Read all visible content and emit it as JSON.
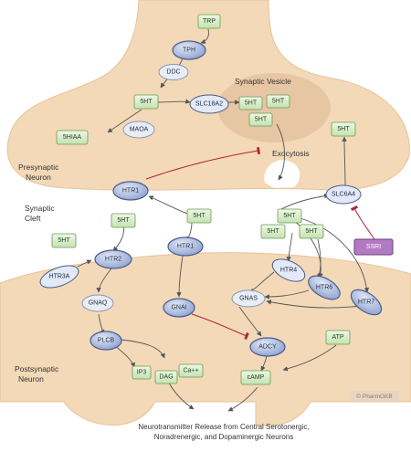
{
  "regions": {
    "synaptic_vesicle": "Synaptic Vesicle",
    "exocytosis": "Exocytosis",
    "presynaptic": [
      "Presynaptic",
      "Neuron"
    ],
    "cleft": [
      "Synaptic",
      "Cleft"
    ],
    "postsynaptic": [
      "Postsynaptic",
      "Neuron"
    ]
  },
  "nodes": {
    "trp": "TRP",
    "tph": "TPH",
    "ddc": "DDC",
    "ht5_pre": "5HT",
    "maoa": "MAOA",
    "hiaa": "5HIAA",
    "slc18a2": "SLC18A2",
    "ves_5ht_1": "5HT",
    "ves_5ht_2": "5HT",
    "ves_5ht_3": "5HT",
    "ht5_reuptake": "5HT",
    "htr1_pre": "HTR1",
    "slc6a4": "SLC6A4",
    "cleft_5ht_a": "5HT",
    "cleft_5ht_b": "5HT",
    "cleft_5ht_c": "5HT",
    "cleft_5ht_d": "5HT",
    "cleft_5ht_e": "5HT",
    "cleft_5ht_f": "5HT",
    "ssri": "SSRI",
    "htr3a": "HTR3A",
    "htr2": "HTR2",
    "htr1_post": "HTR1",
    "htr4": "HTR4",
    "htr6": "HTR6",
    "htr7": "HTR7",
    "gnaq": "GNAQ",
    "gnai": "GNAI",
    "gnas": "GNAS",
    "plcb": "PLCB",
    "adcy": "ADCY",
    "atp": "ATP",
    "ip3": "IP3",
    "dag": "DAG",
    "ca": "Ca++",
    "camp": "cAMP"
  },
  "watermark": "© PharmGKB",
  "footer": [
    "Neurotransmitter Release from Central Serotonergic,",
    "Noradrenergic, and Dopaminergic Neurons"
  ],
  "colors": {
    "neuron_fill": "#f3d9b7",
    "vesicle_fill": "#e7c6a3",
    "box_fill": "#d9efc9",
    "box_stroke": "#6a9a55",
    "ellipse_fill": "#b9c7e6",
    "ellipse_stroke": "#4a5d8c",
    "inhibit": "#b0243a",
    "ssri_fill": "#b27ac2"
  }
}
